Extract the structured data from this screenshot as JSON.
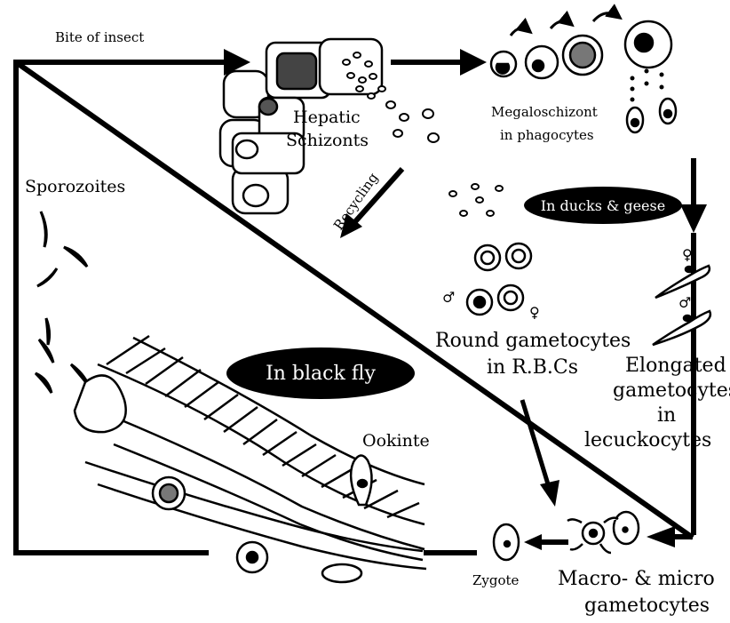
{
  "labels": {
    "bite_of_insect": "Bite of insect",
    "hepatic_schizonts_line1": "Hepatic",
    "hepatic_schizonts_line2": "Schizonts",
    "megaloschizont_line1": "Megaloschizont",
    "megaloschizont_line2": "in phagocytes",
    "recycling": "Recycling",
    "sporozoites": "Sporozoites",
    "in_ducks_geese": "In ducks & geese",
    "in_black_fly": "In black fly",
    "round_gametocytes_line1": "Round gametocytes",
    "round_gametocytes_line2": "in R.B.Cs",
    "elongated_line1": "Elongated",
    "elongated_line2": "gametocytes",
    "elongated_line3": "in",
    "elongated_line4": "lecuckocytes",
    "ookinete": "Ookinte",
    "zygote": "Zygote",
    "macro_micro_line1": "Macro- & micro",
    "macro_micro_line2": "gametocytes",
    "female_symbol": "♀",
    "male_symbol": "♂"
  },
  "colors": {
    "ink": "#000000",
    "paper": "#ffffff"
  }
}
